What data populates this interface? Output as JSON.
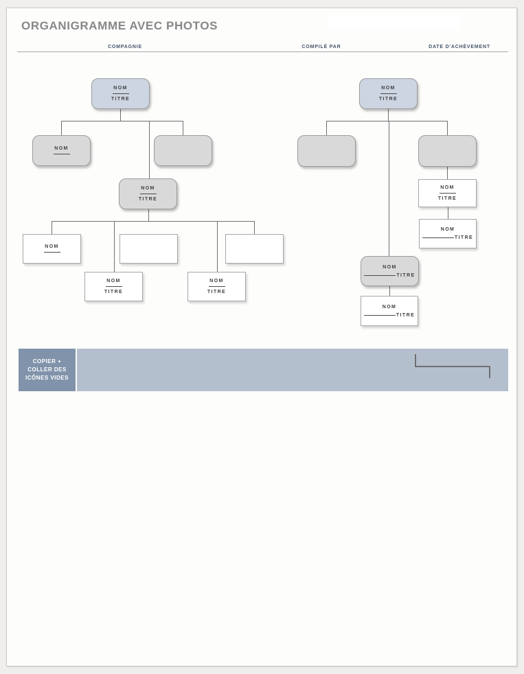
{
  "header": {
    "title": "ORGANIGRAMME AVEC PHOTOS",
    "fields": [
      {
        "label": "COMPAGNIE",
        "value": ""
      },
      {
        "label": "COMPILÉ PAR",
        "value": ""
      },
      {
        "label": "DATE D'ACHÈVEMENT",
        "value": ""
      }
    ]
  },
  "charts": {
    "left": {
      "nodes": [
        {
          "id": "root",
          "variant": "blue-rounded-stacked",
          "nom": "NOM",
          "titre": "TITRE"
        },
        {
          "id": "child-left",
          "variant": "gray-rounded-nom-only",
          "nom": "NOM",
          "titre": ""
        },
        {
          "id": "child-right",
          "variant": "gray-rounded-empty",
          "nom": "",
          "titre": ""
        },
        {
          "id": "manager",
          "variant": "gray-rounded-stacked",
          "nom": "NOM",
          "titre": "TITRE"
        },
        {
          "id": "leaf-1",
          "variant": "white-nom-only",
          "nom": "NOM",
          "titre": ""
        },
        {
          "id": "leaf-2",
          "variant": "white-empty",
          "nom": "",
          "titre": ""
        },
        {
          "id": "leaf-3",
          "variant": "white-empty",
          "nom": "",
          "titre": ""
        },
        {
          "id": "leaf-4",
          "variant": "white-stacked",
          "nom": "NOM",
          "titre": "TITRE"
        },
        {
          "id": "leaf-5",
          "variant": "white-stacked",
          "nom": "NOM",
          "titre": "TITRE"
        }
      ]
    },
    "right": {
      "nodes": [
        {
          "id": "root",
          "variant": "blue-rounded-stacked",
          "nom": "NOM",
          "titre": "TITRE"
        },
        {
          "id": "child-left",
          "variant": "gray-rounded-empty",
          "nom": "",
          "titre": ""
        },
        {
          "id": "child-right",
          "variant": "gray-rounded-empty",
          "nom": "",
          "titre": ""
        },
        {
          "id": "report-1",
          "variant": "white-stacked",
          "nom": "NOM",
          "titre": "TITRE"
        },
        {
          "id": "report-2",
          "variant": "white-inline",
          "nom": "NOM",
          "titre": "TITRE"
        },
        {
          "id": "manager",
          "variant": "gray-rounded-inline",
          "nom": "NOM",
          "titre": "TITRE"
        },
        {
          "id": "report-3",
          "variant": "white-inline",
          "nom": "NOM",
          "titre": "TITRE"
        }
      ]
    }
  },
  "footer": {
    "instruction_lines": [
      "COPIER +",
      "COLLER DES",
      "ICÔNES VIDES"
    ]
  },
  "colors": {
    "title_gray": "#878787",
    "field_label_blue": "#44546a",
    "node_blue": "#cdd5e2",
    "node_gray": "#d9d9d9",
    "connector_gray": "#6f6f6f",
    "band_dark": "#8093aa",
    "band_light": "#b4bfce"
  }
}
